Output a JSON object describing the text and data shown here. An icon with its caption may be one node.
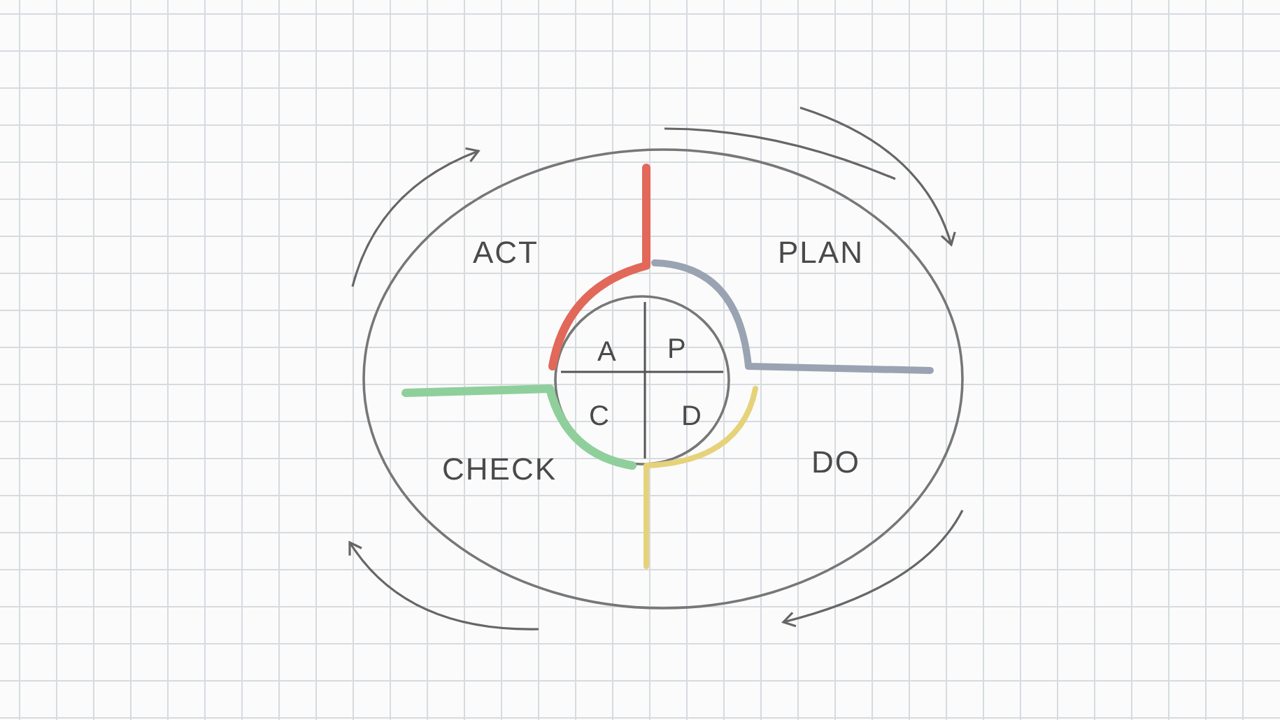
{
  "diagram": {
    "nodes": [
      {
        "text": [],
        "shape": "circle"
      },
      {
        "text": [
          "A",
          "P",
          "C",
          "D"
        ],
        "in": 0
      }
    ],
    "labels": [
      "ACT",
      "PLAN",
      "CHECK",
      "DO"
    ]
  }
}
